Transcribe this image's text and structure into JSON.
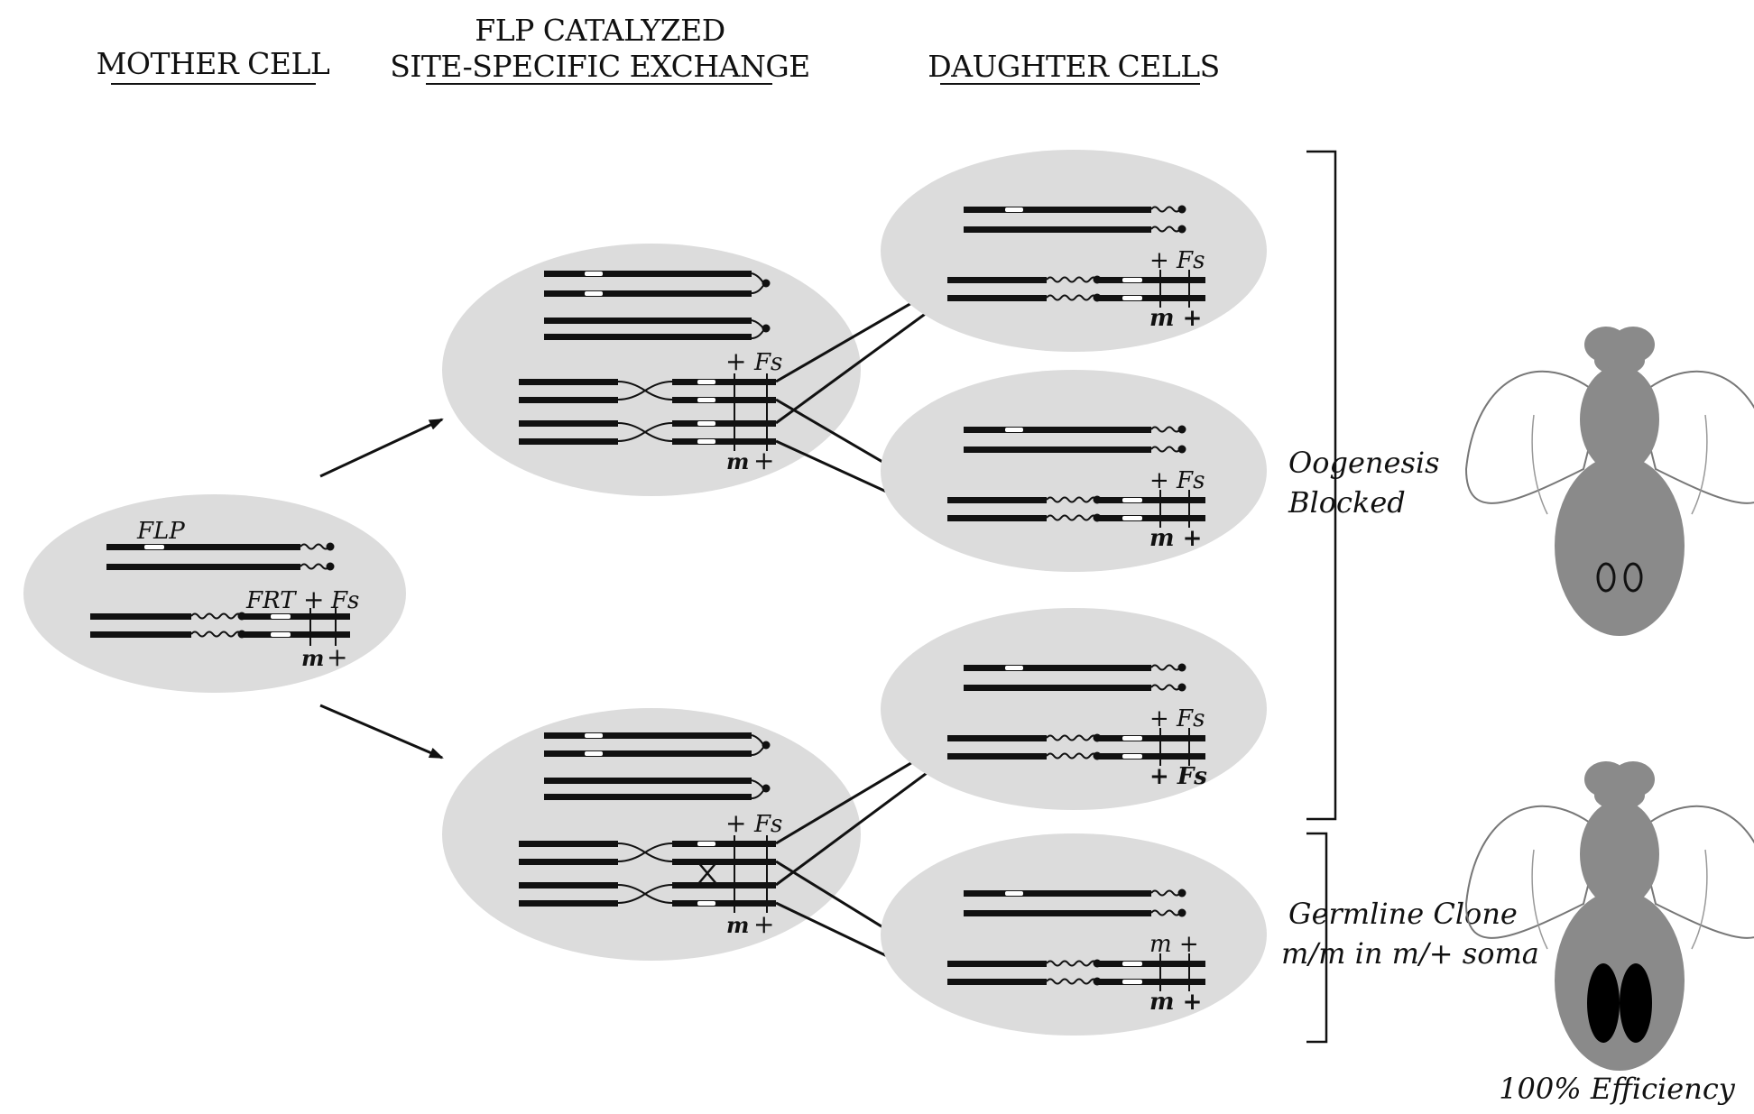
{
  "headers": {
    "mother": "MOTHER CELL",
    "flp_line1": "FLP CATALYZED",
    "flp_line2": "SITE-SPECIFIC EXCHANGE",
    "daughter": "DAUGHTER CELLS"
  },
  "mother_labels": {
    "flp": "FLP",
    "frt": "FRT",
    "plus_top": "+",
    "fs_top": "Fs",
    "m_bottom": "m",
    "plus_bottom": "+"
  },
  "middle_labels": {
    "plus": "+",
    "fs": "Fs",
    "m": "m",
    "plus_b": "+"
  },
  "daughter_labels": {
    "d1_top": "+ Fs",
    "d1_bottom": "m +",
    "d2_top": "+ Fs",
    "d2_bottom": "m +",
    "d3_top": "+ Fs",
    "d3_bottom": "+ Fs",
    "d4_top": "m +",
    "d4_bottom": "m +"
  },
  "outcomes": {
    "oogenesis_line1": "Oogenesis",
    "oogenesis_line2": "Blocked",
    "germline_line1": "Germline Clone",
    "germline_line2": "m/m in m/+ soma",
    "efficiency": "100% Efficiency"
  },
  "colors": {
    "cell_fill": "#dcdcdc",
    "chromosome": "#111111",
    "fly_body": "#8a8a8a",
    "ovary_dark": "#000000"
  }
}
